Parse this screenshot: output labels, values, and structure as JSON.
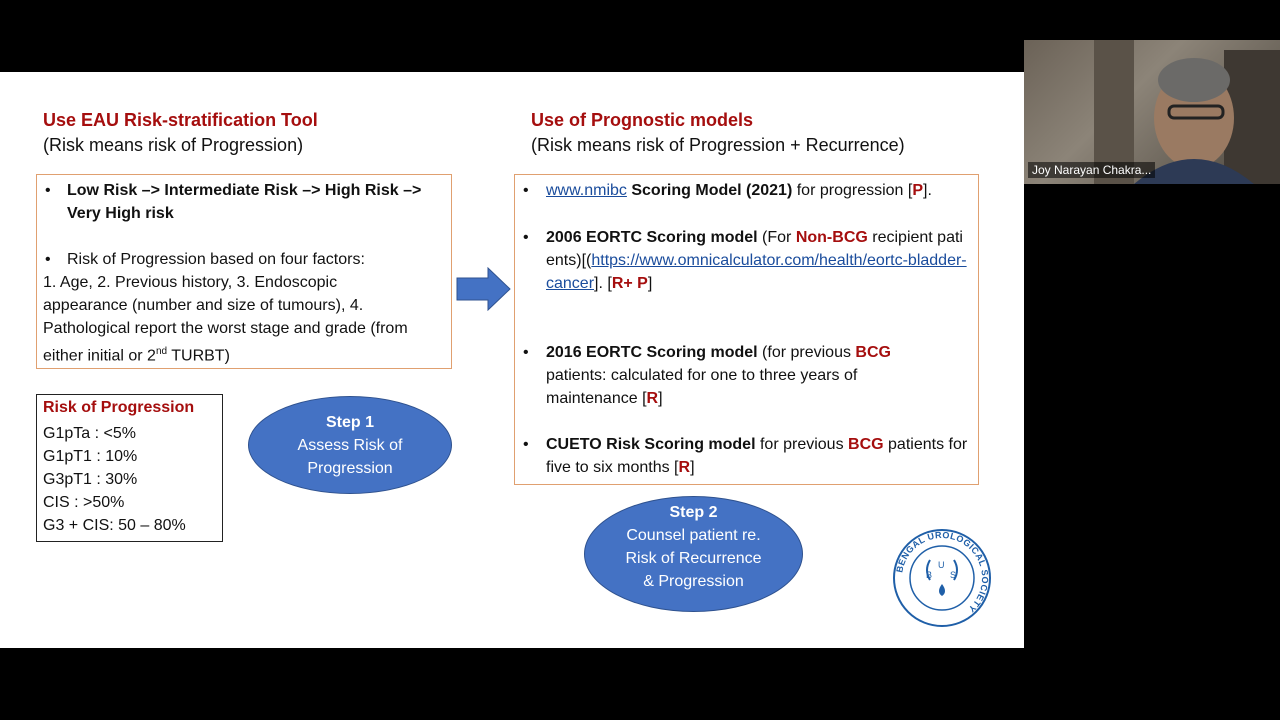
{
  "left": {
    "heading": "Use EAU Risk-stratification Tool",
    "subheading": "(Risk means risk of Progression)",
    "bullet1": "Low Risk –> Intermediate Risk –> High Risk –> Very High risk",
    "bullet2_lead": "Risk of Progression based on  four factors:",
    "bullet2_body": "1. Age, 2. Previous history, 3. Endoscopic appearance (number and size of tumours), 4. Pathological report the worst stage and grade (from either initial or 2",
    "bullet2_sup": "nd",
    "bullet2_tail": " TURBT)",
    "risk_title": "Risk of Progression",
    "risk_lines": [
      "G1pTa : <5%",
      "G1pT1 : 10%",
      "G3pT1 : 30%",
      "CIS : >50%",
      "G3 + CIS: 50 – 80%"
    ],
    "step1_title": "Step 1",
    "step1_text": "Assess Risk of Progression"
  },
  "right": {
    "heading": "Use of Prognostic models",
    "subheading": "(Risk means risk of Progression + Recurrence)",
    "b1_link": "www.nmibc",
    "b1_bold": " Scoring Model  (2021)",
    "b1_rest": " for progression [",
    "b1_tag": "P",
    "b1_end": "].",
    "b2_bold": "2006 EORTC Scoring model",
    "b2_a": " (For ",
    "b2_red": "Non-BCG",
    "b2_b": " recipient patients)[(",
    "b2_link": "https://www.omnicalculator.com/health/eortc-bladder-cancer",
    "b2_c": "]. [",
    "b2_tag": "R+ P",
    "b2_end": "]",
    "b3_bold": "2016 EORTC Scoring model",
    "b3_a": " (for previous ",
    "b3_red": "BCG",
    "b3_b": " patients: calculated for one to three years of maintenance [",
    "b3_tag": "R",
    "b3_end": "]",
    "b4_bold": "CUETO Risk Scoring model",
    "b4_a": " for previous ",
    "b4_red": "BCG",
    "b4_b": " patients for five to six months [",
    "b4_tag": "R",
    "b4_end": "]",
    "step2_title": "Step 2",
    "step2_text": "Counsel patient re. Risk of Recurrence & Progression"
  },
  "logo": {
    "text": "BENGAL UROLOGICAL SOCIETY",
    "letters": [
      "B",
      "U",
      "S"
    ],
    "color": "#1f5fa8"
  },
  "video": {
    "participant_name": "Joy Narayan Chakra..."
  },
  "colors": {
    "accent_red": "#a50e0e",
    "ellipse_blue": "#4472c4",
    "box_border": "#e0a070"
  }
}
